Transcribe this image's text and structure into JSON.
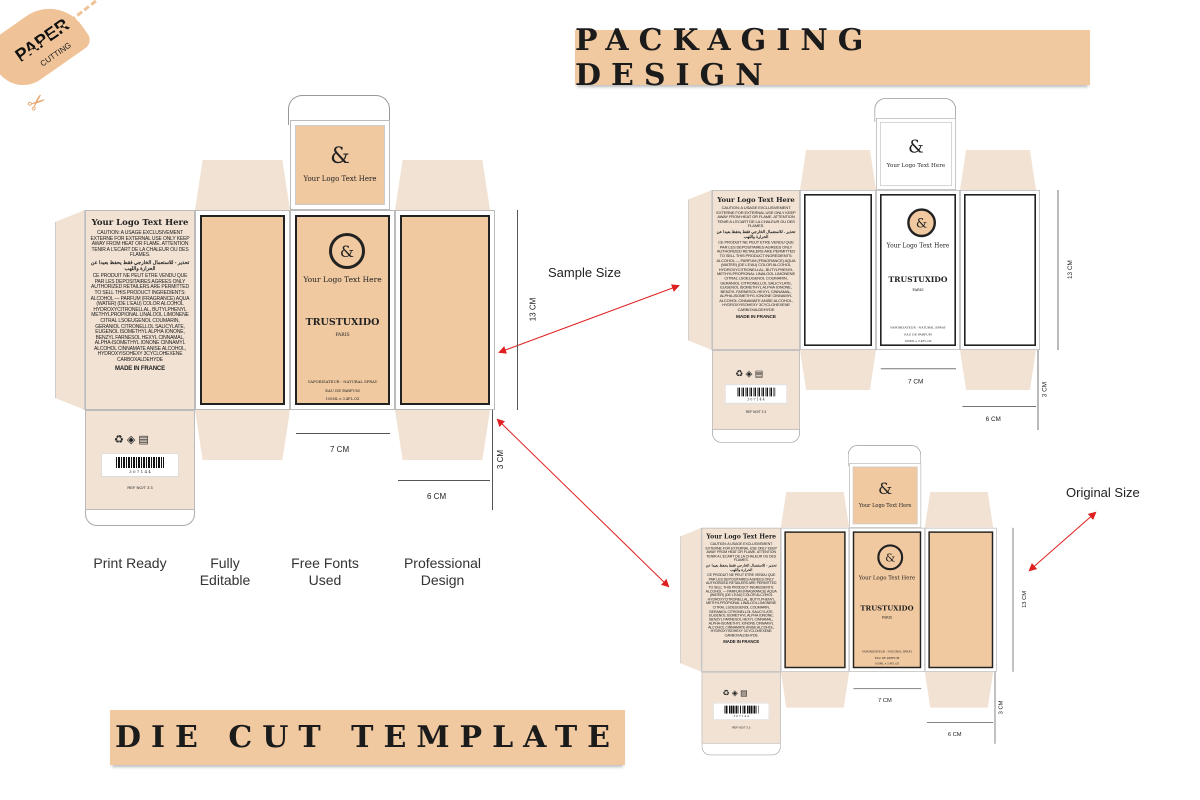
{
  "badge": {
    "title": "PAPER",
    "subtitle": "CUTTING",
    "icon": "scissors-icon"
  },
  "banners": {
    "top": "PACKAGING DESIGN",
    "bottom": "DIE CUT TEMPLATE"
  },
  "features": [
    "Print Ready",
    "Fully Editable",
    "Free Fonts Used",
    "Professional Design"
  ],
  "labels": {
    "sample": "Sample Size",
    "original": "Original Size"
  },
  "box": {
    "logo_symbol": "&",
    "logo_text": "Your Logo Text Here",
    "brand": "TRUSTUXIDO",
    "city": "PARIS",
    "spray": "VAPORISATEUR - NATURAL SPRAY",
    "type": "EAU DE PARFUM",
    "volume": "100ML e 3.4FL.OZ",
    "caution": "CAUTION: A USAGE EXCLUSIVEMENT EXTERNE FOR EXTERNAL USE ONLY KEEP AWAY FROM HEAT OR FLAME. ATTENTION TENIR A L'ECART DE LA CHALEUR OU DES FLAMES.",
    "arabic": "تحذير - للاستعمال الخارجي فقط يحفظ بعيدا عن الحرارة واللهب",
    "ingredients": "CE PRODUIT NE PEUT ETRE VENDU QUE PAR LES DEPOSITAIRES AGREES ONLY AUTHORIZED RETAILERS ARE PERMITTED TO SELL THIS PRODUCT INGREDIENTS: ALCOHOL — PARFUM (FRAGRANCE) AQUA (WATER) (DE L'EAU) COLOR ALCOHOL HYDROXYCITRONELLAL, BUTYLPHENYL METHYLPROPIONAL LINALOOL LIMONENE CITRAL LSOEUGENOL COUMARIN, GERANIOL CITRONELLOL SALICYLATE, EUGENOL ISOMETHYL ALPHA IONONE, BENZYL FARNESOL HEXYL CINNAMAL, ALPHA-ISOMETHYL IONONE CINNAMYL ALCOHOL CINNAMATE ANISE ALCOHOL, HYDROXYISOHEXY 3CYCLOHEXENE CARBOXALDEHYDE",
    "made_in": "MADE IN FRANCE",
    "barcode_digits": "3 0 7 1 4 4",
    "ref": "REF NO/T   3 3",
    "dims": {
      "height": "13 CM",
      "width": "7 CM",
      "depth": "6 CM",
      "flap": "3 CM"
    }
  },
  "colors": {
    "accent": "#f1c9a0",
    "light": "#f1e2d3",
    "arrow": "#e02020"
  }
}
